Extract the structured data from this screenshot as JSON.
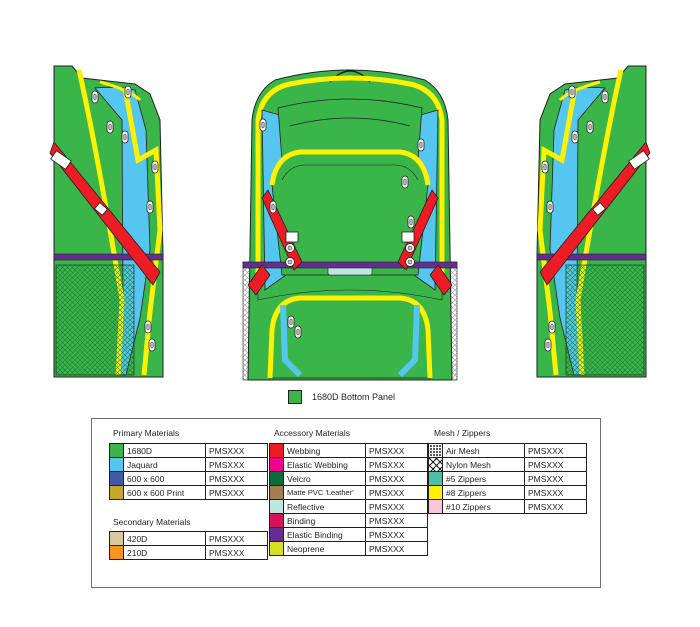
{
  "bottom_panel": {
    "label": "1680D Bottom Panel",
    "color": "#3ab54a"
  },
  "legend": {
    "primary": {
      "title": "Primary Materials",
      "rows": [
        {
          "label": "1680D",
          "code": "PMSXXX",
          "color": "#3ab54a"
        },
        {
          "label": "Jaquard",
          "code": "PMSXXX",
          "color": "#55c6ef"
        },
        {
          "label": "600 x 600",
          "code": "PMSXXX",
          "color": "#3f5aa8"
        },
        {
          "label": "600 x 600 Print",
          "code": "PMSXXX",
          "color": "#c7a72b"
        }
      ]
    },
    "secondary": {
      "title": "Secondary Materials",
      "rows": [
        {
          "label": "420D",
          "code": "PMSXXX",
          "color": "#d8c8a1"
        },
        {
          "label": "210D",
          "code": "PMSXXX",
          "color": "#f7941d"
        }
      ]
    },
    "accessory": {
      "title": "Accessory Materials",
      "rows": [
        {
          "label": "Webbing",
          "code": "PMSXXX",
          "color": "#ed1c24"
        },
        {
          "label": "Elastic Webbing",
          "code": "PMSXXX",
          "color": "#ec008c"
        },
        {
          "label": "Velcro",
          "code": "PMSXXX",
          "color": "#0b6b3a"
        },
        {
          "label": "Matte PVC 'Leather'",
          "code": "PMSXXX",
          "color": "#a67c52"
        },
        {
          "label": "Reflective",
          "code": "PMSXXX",
          "color": "#bfe7e2"
        },
        {
          "label": "Binding",
          "code": "PMSXXX",
          "color": "#d4145a"
        },
        {
          "label": "Elastic Binding",
          "code": "PMSXXX",
          "color": "#662d91"
        },
        {
          "label": "Neoprene",
          "code": "PMSXXX",
          "color": "#d7df23"
        }
      ]
    },
    "mesh": {
      "title": "Mesh / Zippers",
      "rows": [
        {
          "label": "Air Mesh",
          "code": "PMSXXX",
          "color": "pattern-dots"
        },
        {
          "label": "Nylon Mesh",
          "code": "PMSXXX",
          "color": "pattern-cross"
        },
        {
          "label": "#5 Zippers",
          "code": "PMSXXX",
          "color": "#4dbfa8"
        },
        {
          "label": "#8 Zippers",
          "code": "PMSXXX",
          "color": "#fff200"
        },
        {
          "label": "#10 Zippers",
          "code": "PMSXXX",
          "color": "#f9c5d8"
        }
      ]
    }
  },
  "colors": {
    "body": "#3ab54a",
    "jacquard": "#55c6ef",
    "zipper": "#fff200",
    "webbing": "#ed1c24",
    "binding": "#662d91",
    "outline": "#231f20"
  }
}
